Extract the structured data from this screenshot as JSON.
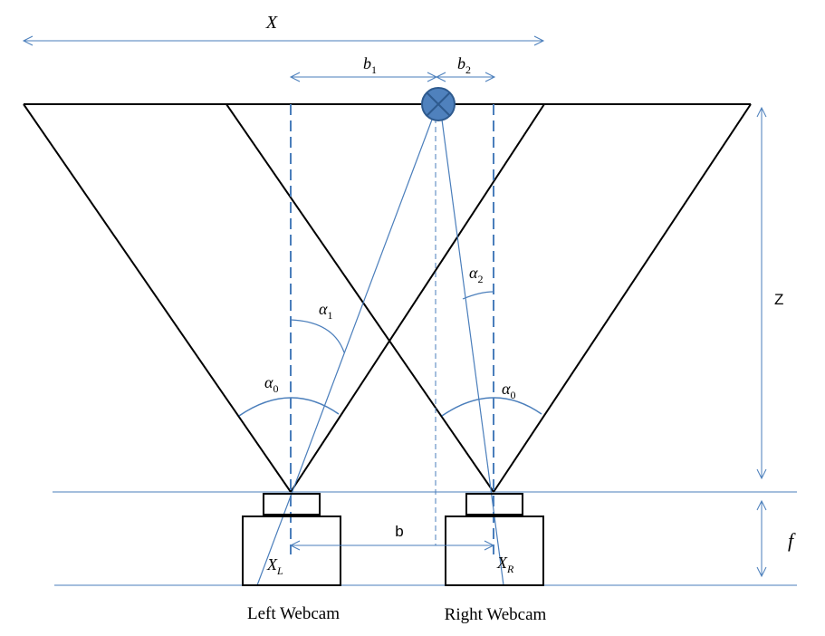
{
  "labels": {
    "X": "X",
    "b1_main": "b",
    "b1_sub": "1",
    "b2_main": "b",
    "b2_sub": "2",
    "Z": "Z",
    "f": "f",
    "b": "b",
    "alpha1_main": "α",
    "alpha1_sub": "1",
    "alpha2_main": "α",
    "alpha2_sub": "2",
    "alpha0_left_main": "α",
    "alpha0_left_sub": "0",
    "alpha0_right_main": "α",
    "alpha0_right_sub": "0",
    "XL_main": "X",
    "XL_sub": "L",
    "XR_main": "X",
    "XR_sub": "R",
    "left_webcam": "Left Webcam",
    "right_webcam": "Right Webcam"
  },
  "colors": {
    "line": "#000000",
    "accent": "#4a7ebb",
    "target_fill": "#4f81bd",
    "target_stroke": "#2e5a8e"
  },
  "icons": {
    "target": "circle-x-icon",
    "arrowhead": "open-chevron"
  }
}
